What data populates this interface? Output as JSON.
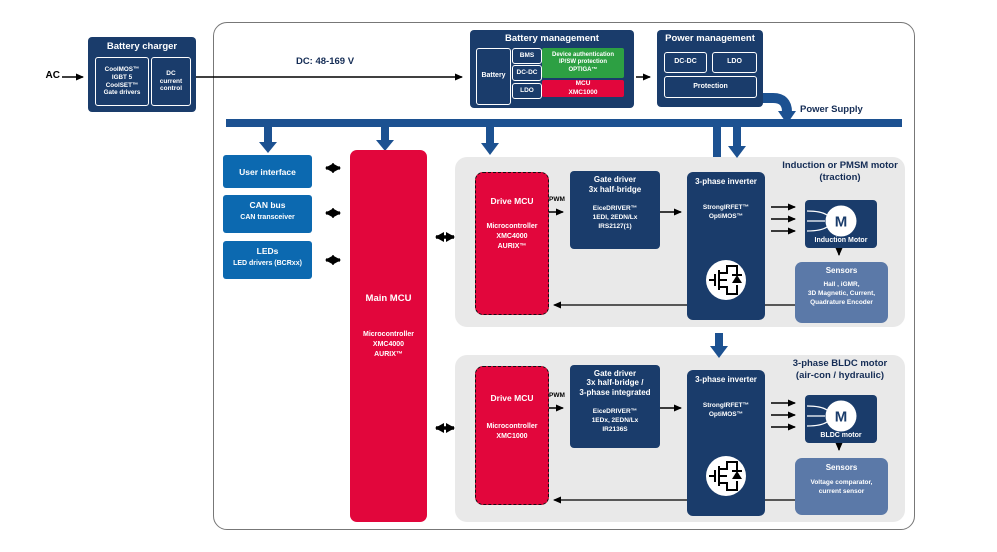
{
  "colors": {
    "navy_block": "#1a3c6b",
    "bright_blue_block": "#0c69b0",
    "red_block": "#e2063c",
    "green_block": "#2da043",
    "steel_blue_block": "#5b79a8",
    "power_bus_blue": "#1c5191",
    "panel_gray": "#e9e9e9",
    "heading_text": "#142c55"
  },
  "labels": {
    "ac": "AC",
    "dc_link": "DC: 48-169 V",
    "power_supply": "Power Supply"
  },
  "battery_charger": {
    "title": "Battery charger",
    "mosfets": "CoolMOS™\nIGBT 5\nCoolSET™\nGate drivers",
    "dc_control": "DC\ncurrent\ncontrol"
  },
  "battery_management": {
    "title": "Battery management",
    "battery": "Battery",
    "bms": "BMS",
    "dcdc": "DC-DC",
    "ldo": "LDO",
    "security": "Device authentication\nIP/SW protection\nOPTIGA™",
    "mcu": "MCU\nXMC1000"
  },
  "power_management": {
    "title": "Power management",
    "dcdc": "DC-DC",
    "ldo": "LDO",
    "protection": "Protection"
  },
  "peripherals": {
    "user_interface": "User interface",
    "can_title": "CAN bus",
    "can_sub": "CAN transceiver",
    "leds_title": "LEDs",
    "leds_sub": "LED drivers (BCRxx)"
  },
  "main_mcu": {
    "title": "Main MCU",
    "sub": "Microcontroller\nXMC4000\nAURIX™"
  },
  "traction": {
    "heading": "Induction or PMSM motor\n(traction)",
    "drive_mcu_title": "Drive MCU",
    "drive_mcu_sub": "Microcontroller\nXMC4000\nAURIX™",
    "pwm": "PWM",
    "gate_title": "Gate driver\n3x half-bridge",
    "gate_sub": "EiceDRIVER™\n1EDI, 2EDN/Lx\nIRS2127(1)",
    "inverter_title": "3-phase inverter",
    "inverter_sub": "StrongIRFET™\nOptiMOS™",
    "motor_m": "M",
    "motor_label": "Induction Motor",
    "sensors_title": "Sensors",
    "sensors_sub": "Hall , iGMR,\n3D Magnetic, Current,\nQuadrature Encoder"
  },
  "bldc": {
    "heading": "3-phase BLDC motor\n(air-con / hydraulic)",
    "drive_mcu_title": "Drive MCU",
    "drive_mcu_sub": "Microcontroller\nXMC1000",
    "pwm": "PWM",
    "gate_title": "Gate driver\n3x half-bridge /\n3-phase integrated",
    "gate_sub": "EiceDRIVER™\n1EDx, 2EDN/Lx\nIR2136S",
    "inverter_title": "3-phase inverter",
    "inverter_sub": "StrongIRFET™\nOptiMOS™",
    "motor_m": "M",
    "motor_label": "BLDC motor",
    "sensors_title": "Sensors",
    "sensors_sub": "Voltage comparator,\ncurrent sensor"
  }
}
